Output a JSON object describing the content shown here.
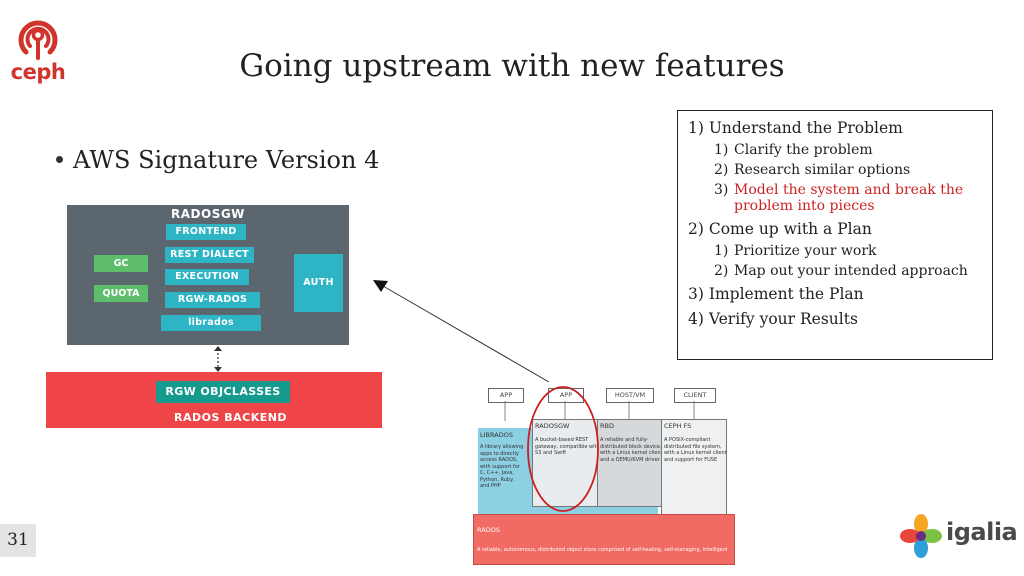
{
  "header": {
    "logo_text": "ceph",
    "title": "Going upstream with new features"
  },
  "bullet": "AWS Signature Version 4",
  "steps": {
    "s1": "1) Understand the Problem",
    "s1a_n": "1)",
    "s1a": "Clarify the problem",
    "s1b_n": "2)",
    "s1b": "Research similar options",
    "s1c_n": "3)",
    "s1c": "Model the system and break the problem into pieces",
    "s2": "2) Come up with a Plan",
    "s2a_n": "1)",
    "s2a": "Prioritize your work",
    "s2b_n": "2)",
    "s2b": "Map out your intended approach",
    "s3": "3) Implement the Plan",
    "s4": "4) Verify your Results",
    "highlight_color": "#cc2222"
  },
  "radosgw": {
    "title": "RADOSGW",
    "frontend": "FRONTEND",
    "rest_dialect": "REST DIALECT",
    "execution": "EXECUTION",
    "rgw_rados": "RGW-RADOS",
    "librados": "librados",
    "gc": "GC",
    "quota": "QUOTA",
    "auth": "AUTH",
    "objclasses": "RGW OBJCLASSES",
    "backend": "RADOS BACKEND"
  },
  "arch": {
    "app1": "APP",
    "app2": "APP",
    "hostvm": "HOST/VM",
    "client": "CLIENT",
    "librados_title": "LIBRADOS",
    "librados_desc": [
      "A library allowing",
      "apps to directly",
      "access RADOS,",
      "with support for",
      "C, C++, Java,",
      "Python, Ruby,",
      "and PHP"
    ],
    "radosgw_title": "RADOSGW",
    "radosgw_desc": [
      "A bucket-based REST",
      "gateway, compatible with",
      "S3 and Swift"
    ],
    "rbd_title": "RBD",
    "rbd_desc": [
      "A reliable and fully-",
      "distributed block device,",
      "with a Linux kernel client",
      "and a QEMU/KVM driver"
    ],
    "cephfs_title": "CEPH FS",
    "cephfs_desc": [
      "A POSIX-compliant",
      "distributed file system,",
      "with a Linux kernel client",
      "and support for FUSE"
    ],
    "rados_title": "RADOS",
    "rados_desc": "A reliable, autonomous, distributed object store comprised of self-healing, self-managing, intelligent storage nodes"
  },
  "footer": {
    "page_number": "31",
    "igalia_text": "igalia"
  }
}
